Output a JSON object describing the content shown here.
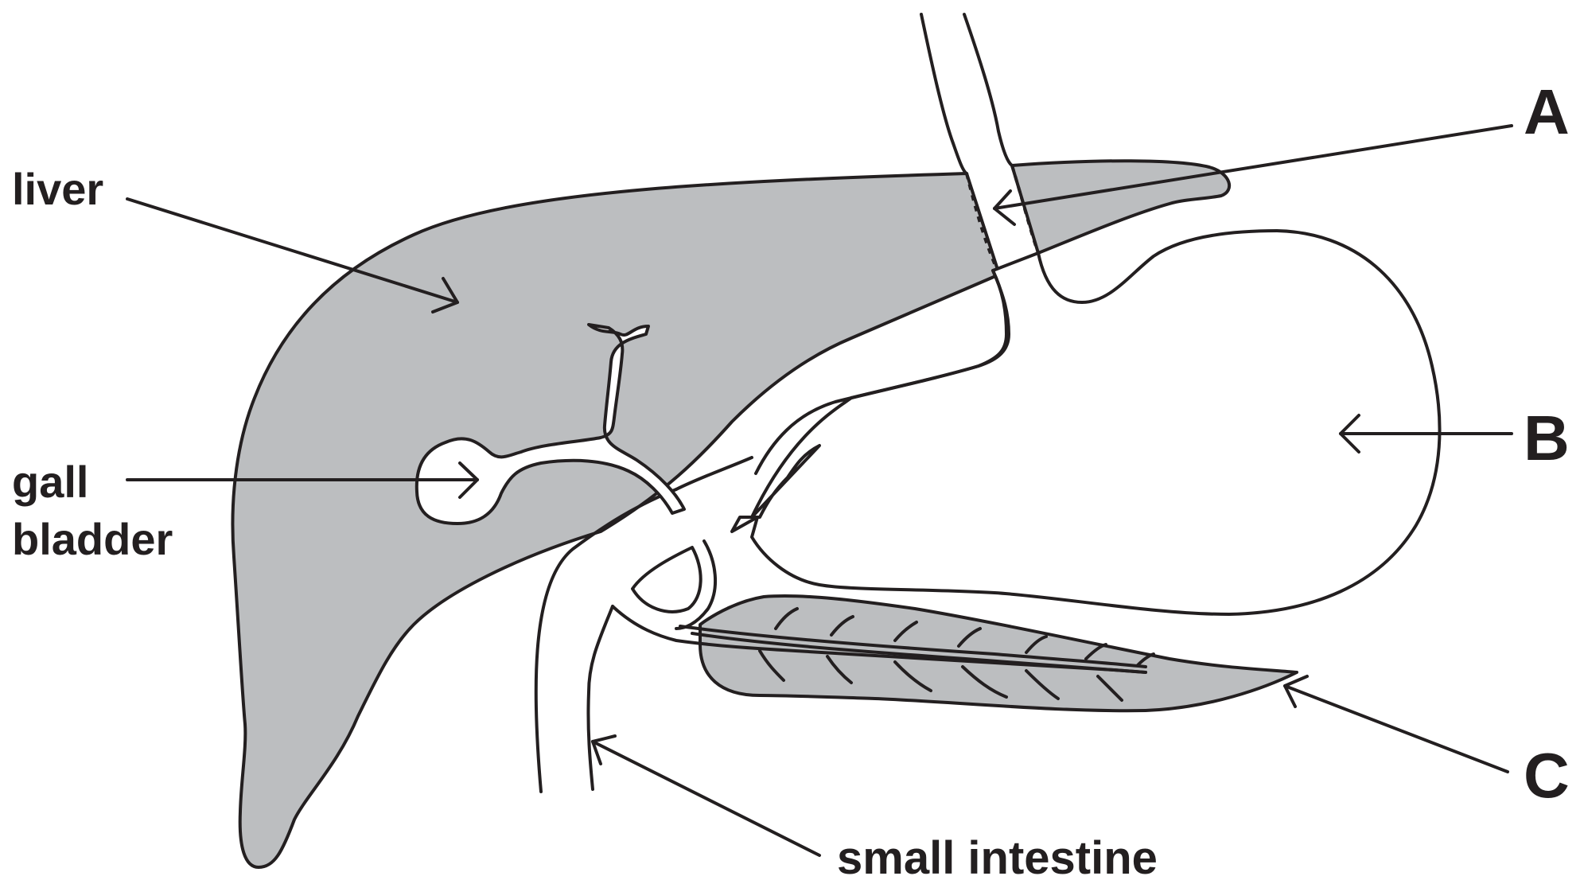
{
  "labels": {
    "liver": "liver",
    "gall_line1": "gall",
    "gall_line2": "bladder",
    "a": "A",
    "b": "B",
    "c": "C",
    "small_intestine": "small intestine"
  },
  "colors": {
    "organ_fill": "#bcbec0",
    "outline": "#231f20",
    "background": "#ffffff"
  }
}
